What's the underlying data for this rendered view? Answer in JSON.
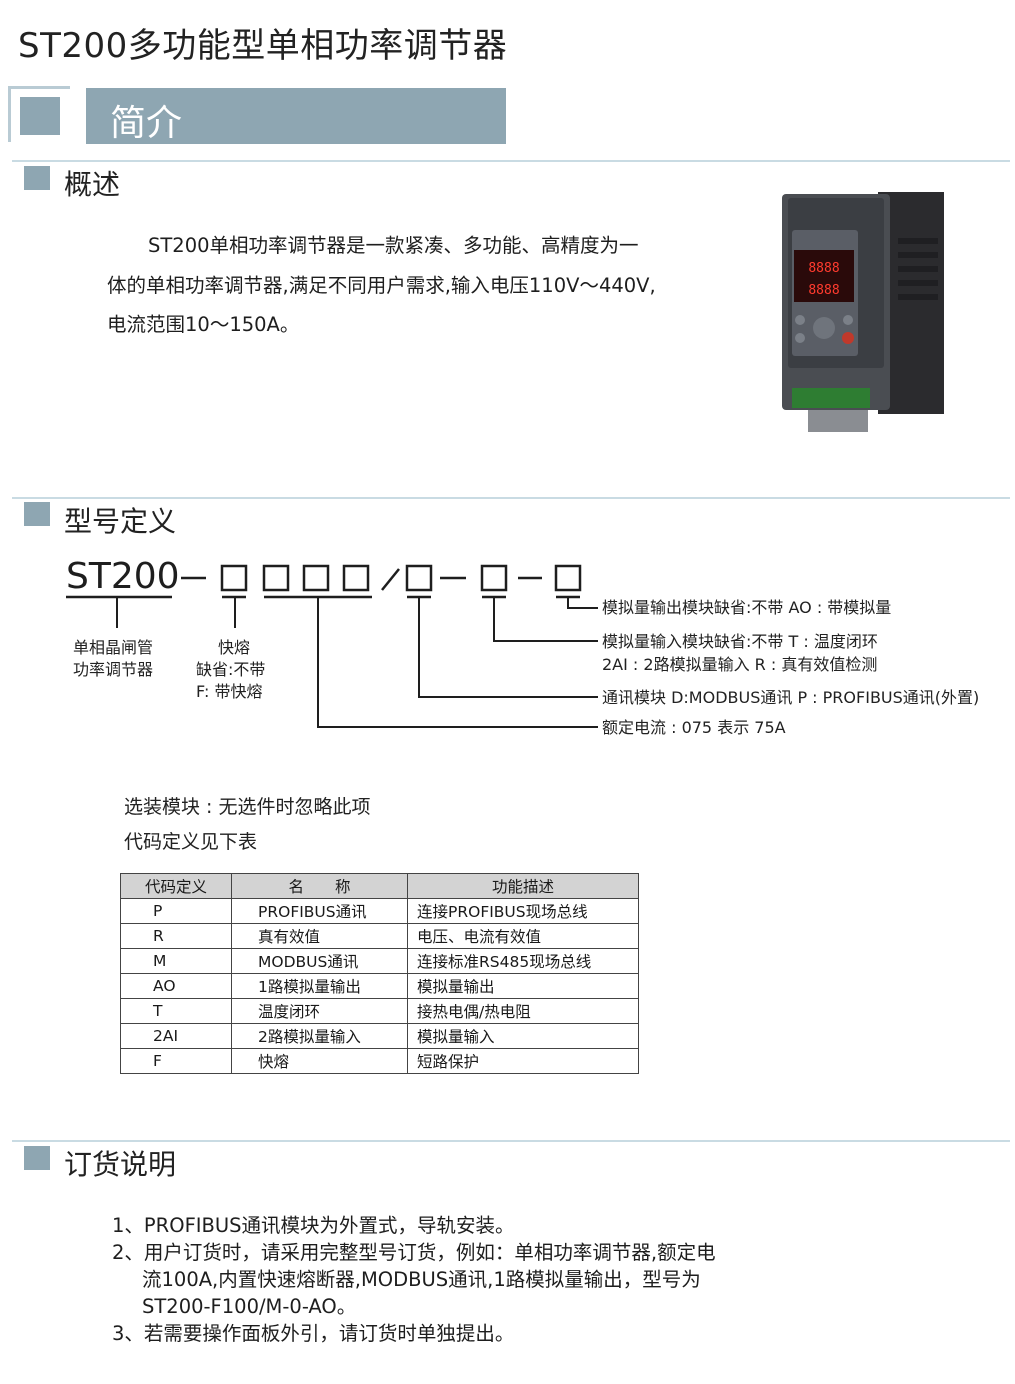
{
  "doc_title": "ST200多功能型单相功率调节器",
  "banner": {
    "title": "简介"
  },
  "overview": {
    "heading": "概述",
    "lines": [
      "ST200单相功率调节器是一款紧凑、多功能、高精度为一",
      "体的单相功率调节器,满足不同用户需求,输入电压110V～440V,",
      "电流范围10～150A。"
    ],
    "device_display": [
      "8888",
      "8888"
    ]
  },
  "model_definition": {
    "heading": "型号定义",
    "code_prefix": "ST200",
    "left_labels": {
      "type": [
        "单相晶闸管",
        "功率调节器"
      ],
      "fuse": [
        "快熔",
        "缺省:不带",
        "F: 带快熔"
      ]
    },
    "right_labels": {
      "analog_output": "模拟量输出模块缺省:不带 AO : 带模拟量",
      "analog_input_1": "模拟量输入模块缺省:不带    T : 温度闭环",
      "analog_input_2": "2AI : 2路模拟量输入   R : 真有效值检测",
      "comm": "通讯模块 D:MODBUS通讯  P : PROFIBUS通讯(外置)",
      "rated_current": "额定电流 : 075 表示 75A"
    },
    "notes": [
      "选装模块 : 无选件时忽略此项",
      "代码定义见下表"
    ]
  },
  "code_table": {
    "headers": [
      "代码定义",
      "名　　称",
      "功能描述"
    ],
    "rows": [
      [
        "P",
        "PROFIBUS通讯",
        "连接PROFIBUS现场总线"
      ],
      [
        "R",
        "真有效值",
        "电压、电流有效值"
      ],
      [
        "M",
        "MODBUS通讯",
        "连接标准RS485现场总线"
      ],
      [
        "AO",
        "1路模拟量输出",
        "模拟量输出"
      ],
      [
        "T",
        "温度闭环",
        "接热电偶/热电阻"
      ],
      [
        "2AI",
        "2路模拟量输入",
        "模拟量输入"
      ],
      [
        "F",
        "快熔",
        "短路保护"
      ]
    ]
  },
  "ordering": {
    "heading": "订货说明",
    "lines": [
      "1、PROFIBUS通讯模块为外置式，导轨安装。",
      "2、用户订货时，请采用完整型号订货，例如：单相功率调节器,额定电",
      "流100A,内置快速熔断器,MODBUS通讯,1路模拟量输出，型号为",
      "ST200-F100/M-0-AO。",
      "3、若需要操作面板外引，请订货时单独提出。"
    ]
  },
  "colors": {
    "accent": "#8ea6b2",
    "rule": "#c9dbe3",
    "table_header": "#d3d3d3"
  }
}
